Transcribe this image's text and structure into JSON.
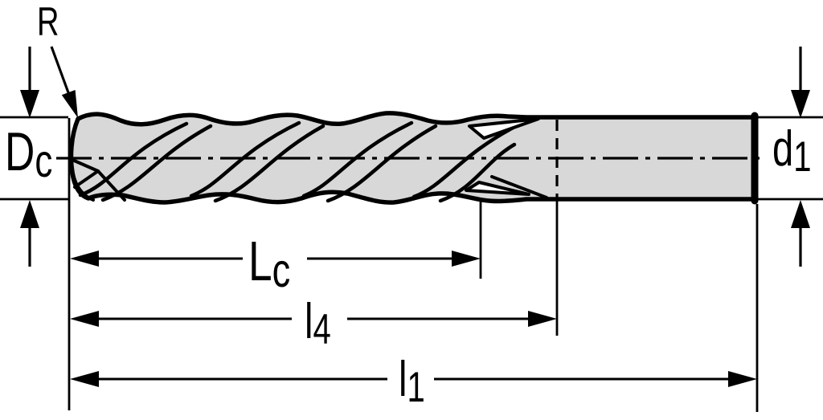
{
  "diagram": {
    "kind": "end-mill-dimension-drawing",
    "labels": {
      "corner_radius": {
        "main": "R",
        "sub": ""
      },
      "cutting_diameter": {
        "main": "D",
        "sub": "c"
      },
      "shank_diameter": {
        "main": "d",
        "sub": "1"
      },
      "cutting_length": {
        "main": "L",
        "sub": "c"
      },
      "length_l4": {
        "main": "l",
        "sub": "4"
      },
      "overall_length": {
        "main": "l",
        "sub": "1"
      }
    },
    "colors": {
      "body_fill": "#d8d8d8",
      "line": "#000000",
      "background": "#ffffff"
    }
  }
}
